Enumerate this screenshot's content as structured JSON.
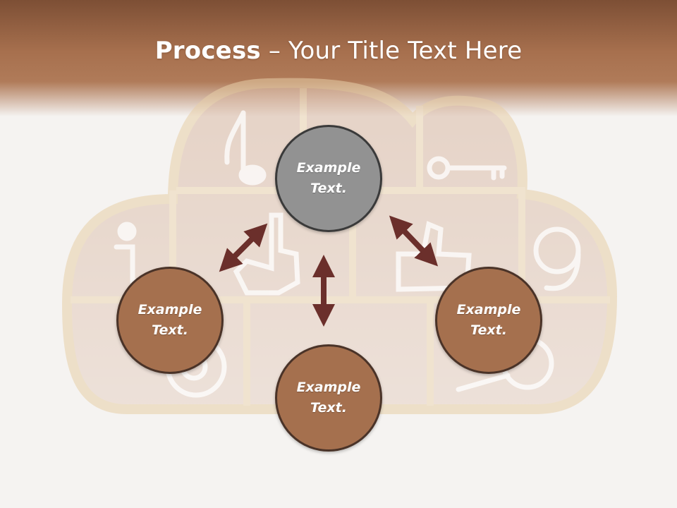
{
  "slide": {
    "title_bold": "Process",
    "title_rest": " – Your Title Text Here"
  },
  "nodes": {
    "top": "Example\nText.",
    "left": "Example\nText.",
    "right": "Example\nText.",
    "bottom": "Example\nText."
  },
  "colors": {
    "header": "#a7704e",
    "node_fill": "#a5704e",
    "top_node_fill": "#929292",
    "arrow": "#6b2f2b"
  },
  "icons": [
    "music-note-icon",
    "key-icon",
    "info-icon",
    "pointer-hand-icon",
    "thumbs-up-icon",
    "at-sign-icon",
    "magnifier-icon"
  ]
}
